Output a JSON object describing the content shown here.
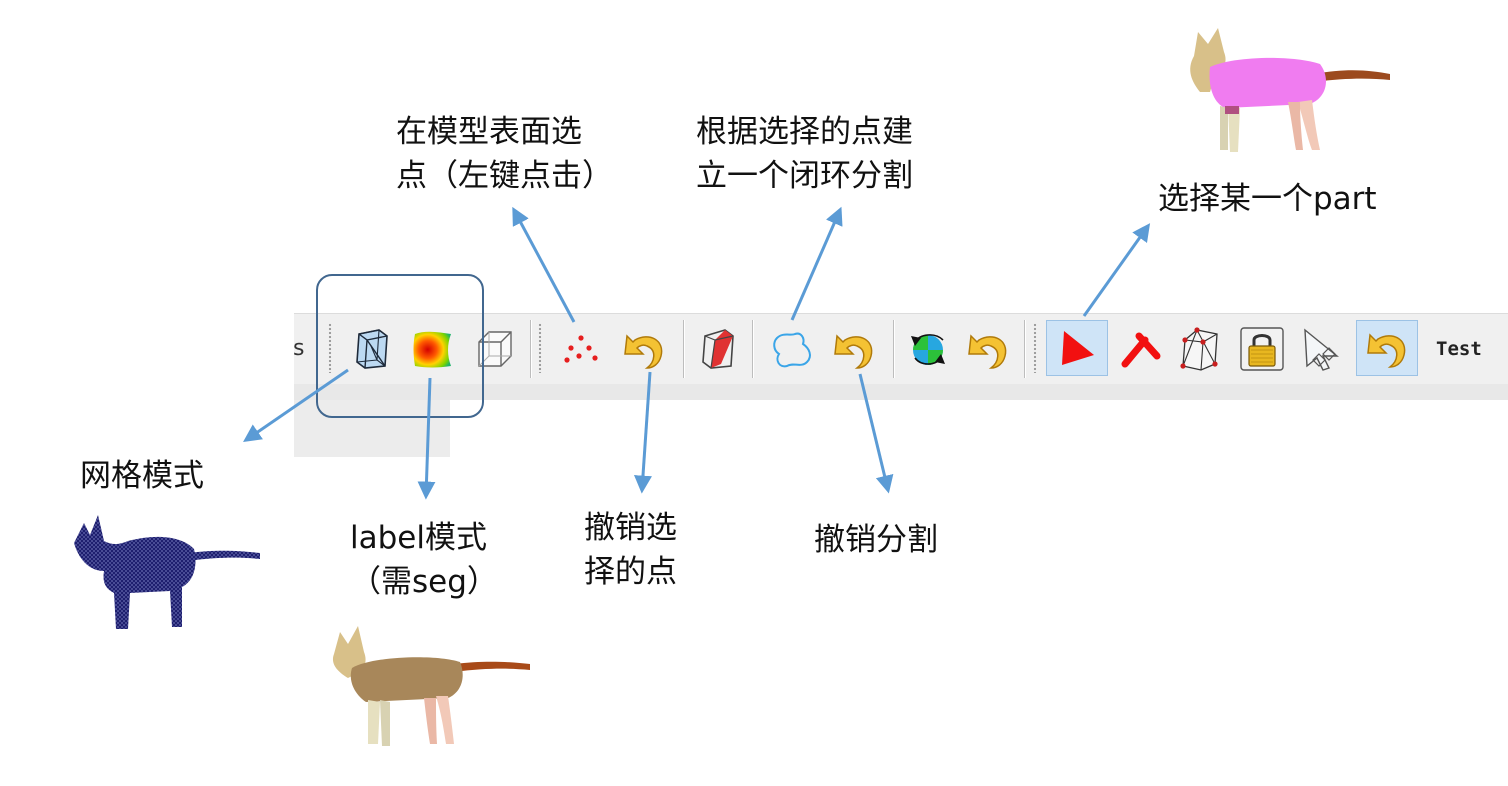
{
  "toolbar": {
    "clipped_glyph": "s",
    "test_label": "Test",
    "buttons": [
      {
        "icon": "mesh-mode-icon"
      },
      {
        "icon": "label-mode-icon"
      },
      {
        "icon": "wire-cube-icon"
      },
      {
        "icon": "select-points-icon"
      },
      {
        "icon": "undo-icon"
      },
      {
        "icon": "segment-cube-icon"
      },
      {
        "icon": "closed-loop-icon"
      },
      {
        "icon": "undo-icon"
      },
      {
        "icon": "rotate-icon"
      },
      {
        "icon": "undo-icon"
      },
      {
        "icon": "select-part-icon",
        "active": true
      },
      {
        "icon": "red-line-icon"
      },
      {
        "icon": "vertex-cube-icon"
      },
      {
        "icon": "lock-icon"
      },
      {
        "icon": "pointer-icon"
      },
      {
        "icon": "undo-icon",
        "active": true
      }
    ]
  },
  "callouts": {
    "select_points": "在模型表面选\n点（左键点击）",
    "closed_loop": "根据选择的点建\n立一个闭环分割",
    "select_part": "选择某一个part",
    "mesh_mode": "网格模式",
    "label_mode": "label模式\n（需seg）",
    "undo_points": "撤销选\n择的点",
    "undo_segment": "撤销分割"
  },
  "colors": {
    "arrow": "#5b9bd5",
    "highlight_box": "#41678f",
    "active_button": "#cfe4f7"
  }
}
